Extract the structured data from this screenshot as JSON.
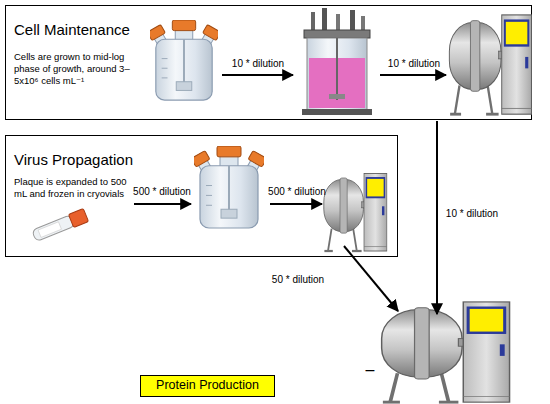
{
  "diagram": {
    "nodes": [
      {
        "text": [
          "Cell Maintenance",
          "Cells are grown to mid-log phase of growth, around 3–5x10⁶ cells mL⁻¹"
        ]
      },
      {
        "text": [
          "Virus Propagation",
          "Plaque is expanded to 500 mL and frozen in cryovials"
        ]
      },
      {
        "text": [
          "Protein Production"
        ]
      }
    ],
    "labels": [
      "10 * dilution",
      "10 * dilution",
      "500 * dilution",
      "500 * dilution",
      "10 * dilution",
      "50 * dilution",
      "–"
    ]
  }
}
